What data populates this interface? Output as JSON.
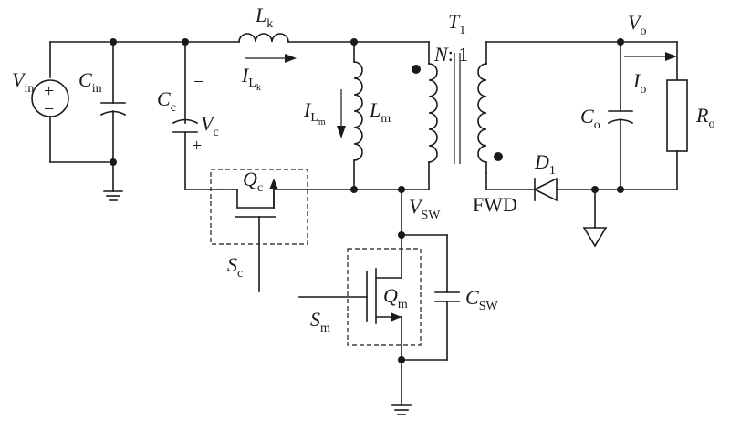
{
  "labels": {
    "vin": {
      "main": "V",
      "sub": "in"
    },
    "cin": {
      "main": "C",
      "sub": "in"
    },
    "cc": {
      "main": "C",
      "sub": "c"
    },
    "vc": {
      "main": "V",
      "sub": "c"
    },
    "vc_minus": "−",
    "vc_plus": "+",
    "lk": {
      "main": "L",
      "sub": "k"
    },
    "ilk": {
      "main": "I",
      "sub": "L",
      "subsub": "k"
    },
    "ilm": {
      "main": "I",
      "sub": "L",
      "subsub": "m"
    },
    "lm": {
      "main": "L",
      "sub": "m"
    },
    "t1": {
      "main": "T",
      "sub": "1"
    },
    "ratio": {
      "n": "N",
      "rest": ": 1"
    },
    "vo": {
      "main": "V",
      "sub": "o"
    },
    "io": {
      "main": "I",
      "sub": "o"
    },
    "co": {
      "main": "C",
      "sub": "o"
    },
    "ro": {
      "main": "R",
      "sub": "o"
    },
    "d1": {
      "main": "D",
      "sub": "1"
    },
    "fwd": "FWD",
    "qc": {
      "main": "Q",
      "sub": "c"
    },
    "sc": {
      "main": "S",
      "sub": "c"
    },
    "vsw": {
      "main": "V",
      "sub": "SW"
    },
    "qm": {
      "main": "Q",
      "sub": "m"
    },
    "sm": {
      "main": "S",
      "sub": "m"
    },
    "csw": {
      "main": "C",
      "sub": "SW"
    },
    "src_plus": "+",
    "src_minus": "−"
  }
}
